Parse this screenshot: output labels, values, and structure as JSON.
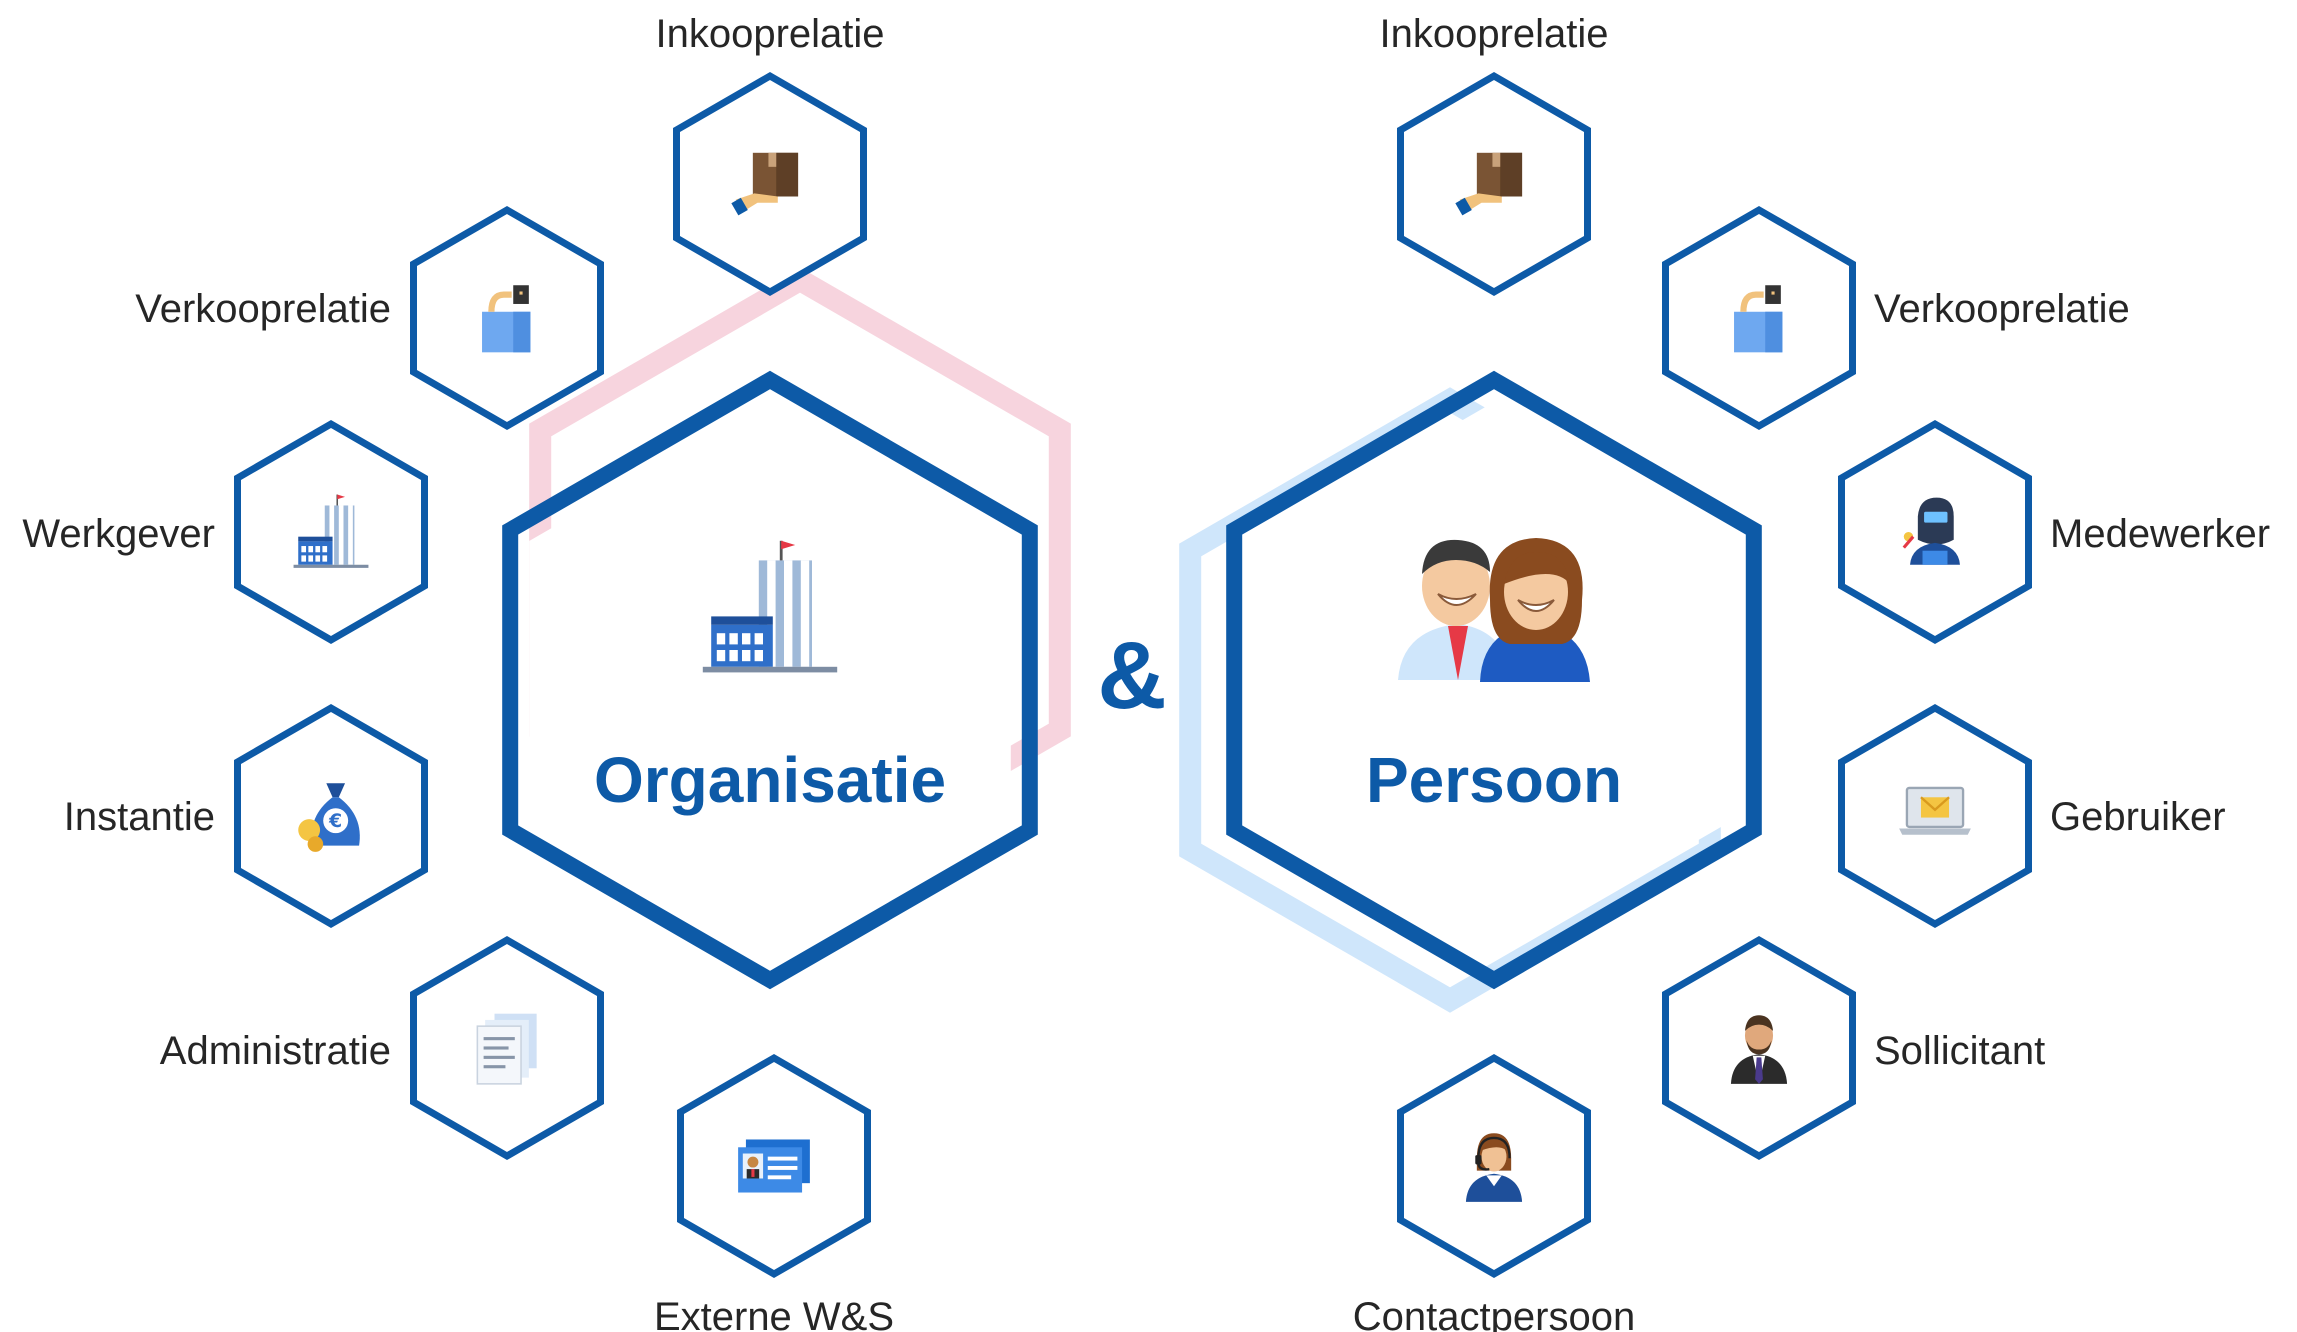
{
  "colors": {
    "hex_blue": "#0d5aa7",
    "accent_pink": "#f7d4de",
    "accent_lightblue": "#cfe6fb"
  },
  "center": {
    "left_title": "Organisatie",
    "right_title": "Persoon",
    "ampersand": "&"
  },
  "left_items": [
    {
      "label": "Inkooprelatie",
      "icon": "box-hand-icon"
    },
    {
      "label": "Verkooprelatie",
      "icon": "shopping-bag-icon"
    },
    {
      "label": "Werkgever",
      "icon": "building-icon"
    },
    {
      "label": "Instantie",
      "icon": "money-bag-icon"
    },
    {
      "label": "Administratie",
      "icon": "documents-icon"
    },
    {
      "label": "Externe W&S",
      "icon": "id-card-icon"
    }
  ],
  "right_items": [
    {
      "label": "Inkooprelatie",
      "icon": "box-hand-icon"
    },
    {
      "label": "Verkooprelatie",
      "icon": "shopping-bag-icon"
    },
    {
      "label": "Medewerker",
      "icon": "welder-icon"
    },
    {
      "label": "Gebruiker",
      "icon": "laptop-mail-icon"
    },
    {
      "label": "Sollicitant",
      "icon": "man-suit-icon"
    },
    {
      "label": "Contactpersoon",
      "icon": "headset-woman-icon"
    }
  ]
}
